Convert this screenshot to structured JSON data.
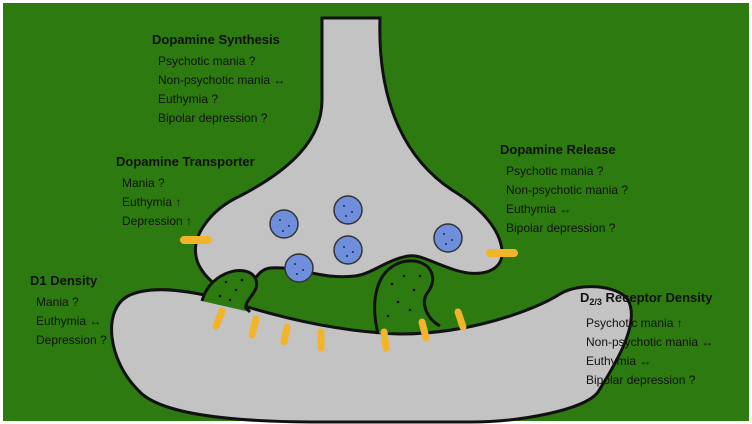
{
  "colors": {
    "background": "#2d7a10",
    "neuron": "#c3c3c3",
    "outline": "#111111",
    "vesicle": "#6f8fdc",
    "transporter": "#f2b428"
  },
  "labels": {
    "synthesis": {
      "heading": "Dopamine Synthesis",
      "lines": [
        "Psychotic mania ?",
        "Non-psychotic mania ↔",
        "Euthymia ?",
        "Bipolar depression ?"
      ]
    },
    "transporter": {
      "heading": "Dopamine Transporter",
      "lines": [
        "Mania ?",
        "Euthymia ↑",
        "Depression ↑"
      ]
    },
    "release": {
      "heading": "Dopamine Release",
      "lines": [
        "Psychotic mania ?",
        "Non-psychotic mania ?",
        "Euthymia ↔",
        "Bipolar depression ?"
      ]
    },
    "d1": {
      "heading": "D1 Density",
      "lines": [
        "Mania ?",
        "Euthymia ↔",
        "Depression ?"
      ]
    },
    "d23": {
      "heading_prefix": "D",
      "heading_sub": "2/3",
      "heading_rest": " Receptor Density",
      "lines": [
        "Psychotic mania ↑",
        "Non-psychotic mania ↔",
        "Euthymia ↔",
        "Bipolar depression ?"
      ]
    }
  }
}
